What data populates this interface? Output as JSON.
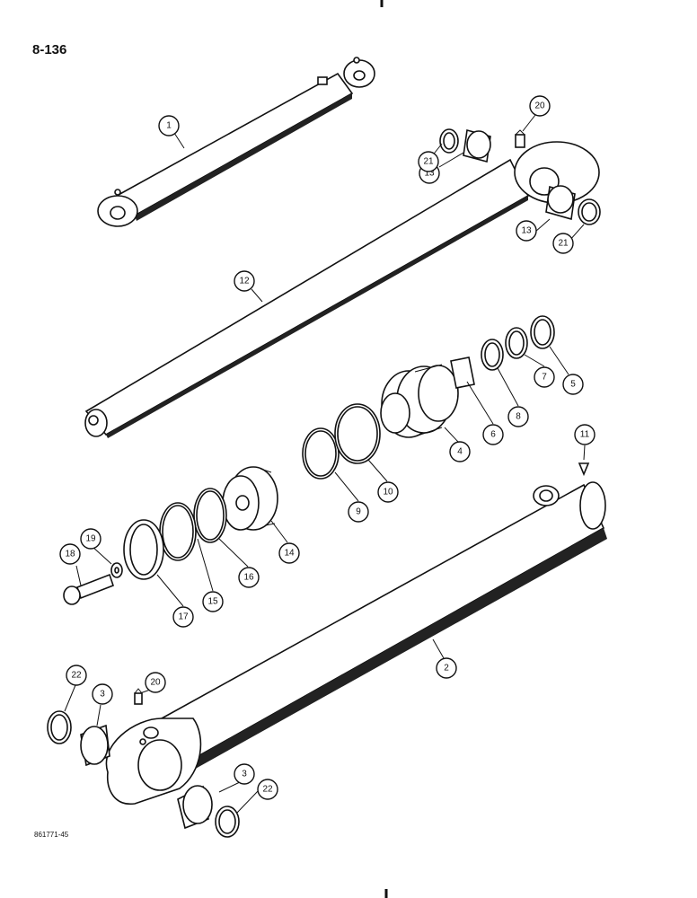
{
  "page": {
    "page_number": "8-136",
    "drawing_id": "861771-45"
  },
  "callouts": [
    "1",
    "2",
    "3",
    "4",
    "5",
    "6",
    "7",
    "8",
    "9",
    "10",
    "11",
    "12",
    "13",
    "14",
    "15",
    "16",
    "17",
    "18",
    "19",
    "20",
    "21",
    "22"
  ]
}
